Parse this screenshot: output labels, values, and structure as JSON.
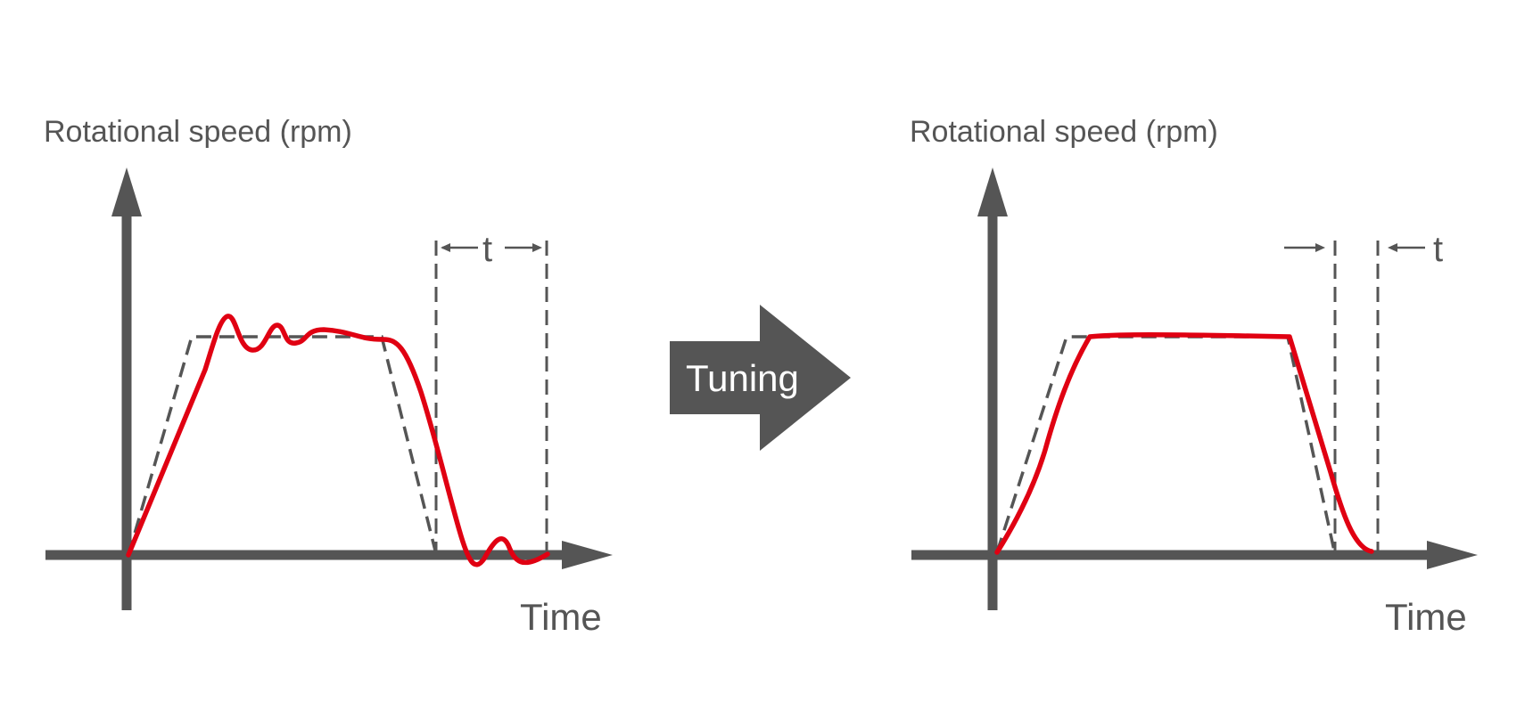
{
  "colors": {
    "axis": "#555555",
    "reference": "#555555",
    "actual": "#e00012",
    "arrow_fill": "#555555",
    "arrow_text": "#ffffff"
  },
  "left_panel": {
    "y_axis_title": "Rotational speed (rpm)",
    "x_axis_title": "Time",
    "interval_label": "t"
  },
  "arrow": {
    "label": "Tuning"
  },
  "right_panel": {
    "y_axis_title": "Rotational speed (rpm)",
    "x_axis_title": "Time",
    "interval_label": "t"
  }
}
